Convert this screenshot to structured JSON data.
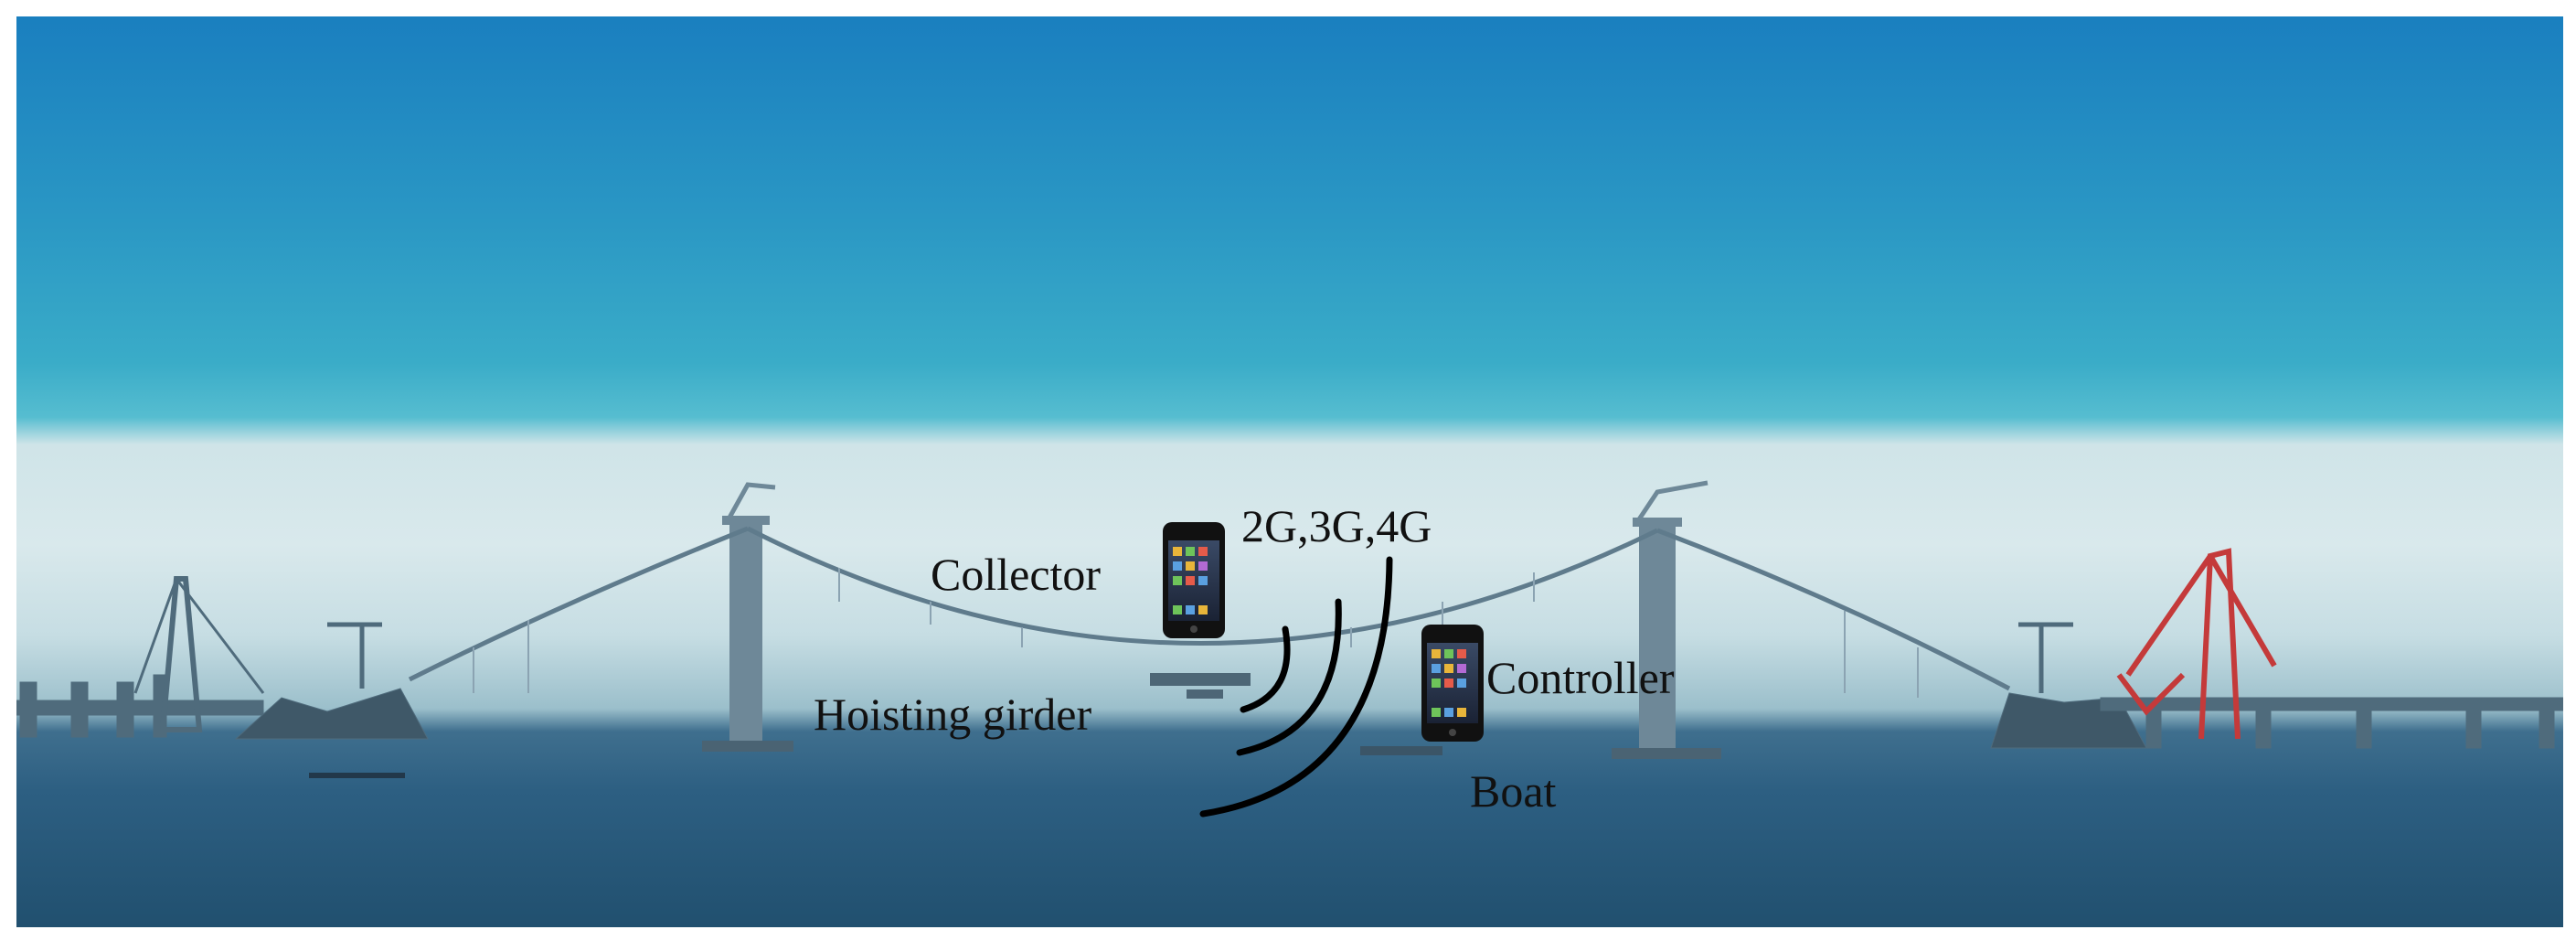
{
  "scene": {
    "subject": "suspension bridge under construction over sea",
    "labels": {
      "network": "2G,3G,4G",
      "collector": "Collector",
      "controller": "Controller",
      "hoisting_girder": "Hoisting girder",
      "boat": "Boat"
    },
    "icons": [
      "phone-icon-collector",
      "phone-icon-controller",
      "signal-wave-icon"
    ],
    "colors": {
      "sky_top": "#1a7fbf",
      "haze": "#d9e9ec",
      "water": "#2d5f82",
      "crane_red": "#c43a3a"
    }
  }
}
